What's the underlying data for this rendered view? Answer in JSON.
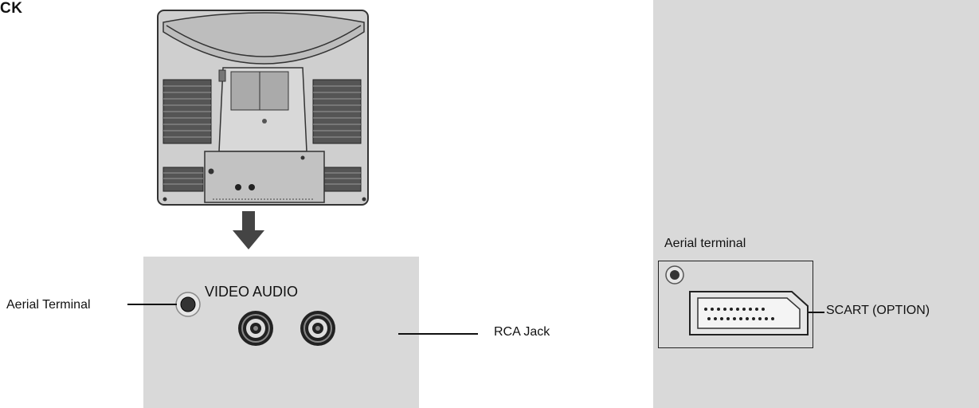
{
  "heading": "CK",
  "labels": {
    "aerial_terminal_left": "Aerial Terminal",
    "video_audio": "VIDEO AUDIO",
    "rca_jack": "RCA Jack",
    "aerial_terminal_right": "Aerial terminal",
    "scart": "SCART (OPTION)"
  },
  "colors": {
    "panel_gray": "#d9d9d9",
    "tv_body": "#c8c8c8",
    "ink": "#111111"
  }
}
